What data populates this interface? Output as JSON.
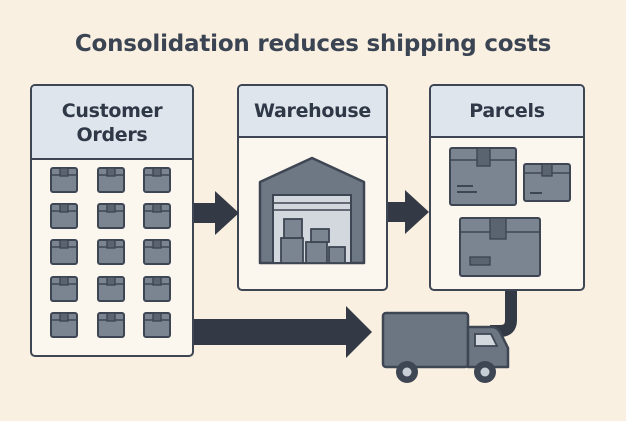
{
  "title": "Consolidation reduces shipping costs",
  "panels": {
    "orders": {
      "label": "Customer Orders"
    },
    "warehouse": {
      "label": "Warehouse"
    },
    "parcels": {
      "label": "Parcels"
    }
  },
  "colors": {
    "background": "#faf0e2",
    "panel_header": "#dfe5ec",
    "panel_body": "#fbf6ee",
    "outline": "#3e4653",
    "box_fill": "#7b8592",
    "arrow": "#333a45",
    "truck": "#6c7582",
    "title_text": "#3a4452"
  },
  "icons": {
    "order_box": "box-icon",
    "warehouse": "warehouse-icon",
    "parcel": "parcel-icon",
    "truck": "truck-icon",
    "arrow": "arrow-icon"
  }
}
